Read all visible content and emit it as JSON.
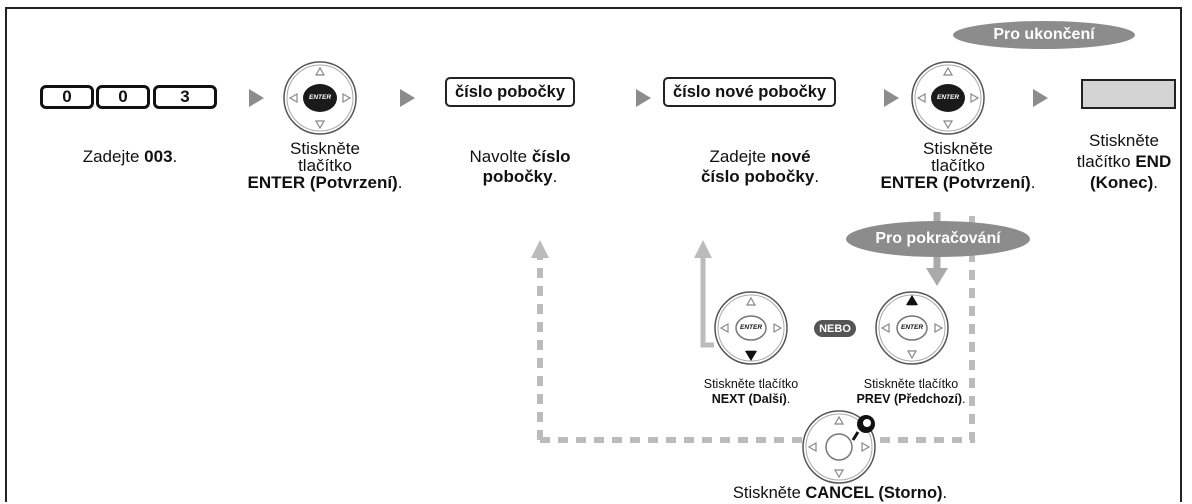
{
  "digits": [
    "0",
    "0",
    "3"
  ],
  "input_boxes": [
    "číslo pobočky",
    "číslo nové pobočky"
  ],
  "pills": {
    "end": "Pro ukončení",
    "continue": "Pro pokračování",
    "or": "NEBO"
  },
  "enter_label": "ENTER",
  "steps": {
    "s1": {
      "pre": "Zadejte ",
      "bold": "003",
      "post": "."
    },
    "s2": {
      "l1": "Stiskněte",
      "l2": "tlačítko",
      "bold": "ENTER (Potvrzení)",
      "post": "."
    },
    "s3": {
      "pre": "Navolte ",
      "bold1": "číslo",
      "bold2": "pobočky",
      "post": "."
    },
    "s4": {
      "pre": "Zadejte ",
      "bold1": "nové",
      "bold2": "číslo pobočky",
      "post": "."
    },
    "s5": {
      "l1": "Stiskněte",
      "l2": "tlačítko",
      "bold": "ENTER (Potvrzení)",
      "post": "."
    },
    "s6": {
      "l1": "Stiskněte",
      "pre": "tlačítko ",
      "bold1": "END",
      "bold2": "(Konec)",
      "post": "."
    }
  },
  "next": {
    "l1": "Stiskněte tlačítko",
    "bold": "NEXT (Další)",
    "post": "."
  },
  "prev": {
    "l1": "Stiskněte tlačítko",
    "bold": "PREV (Předchozí)",
    "post": "."
  },
  "cancel": {
    "pre": "Stiskněte ",
    "bold": "CANCEL (Storno)",
    "post": "."
  }
}
